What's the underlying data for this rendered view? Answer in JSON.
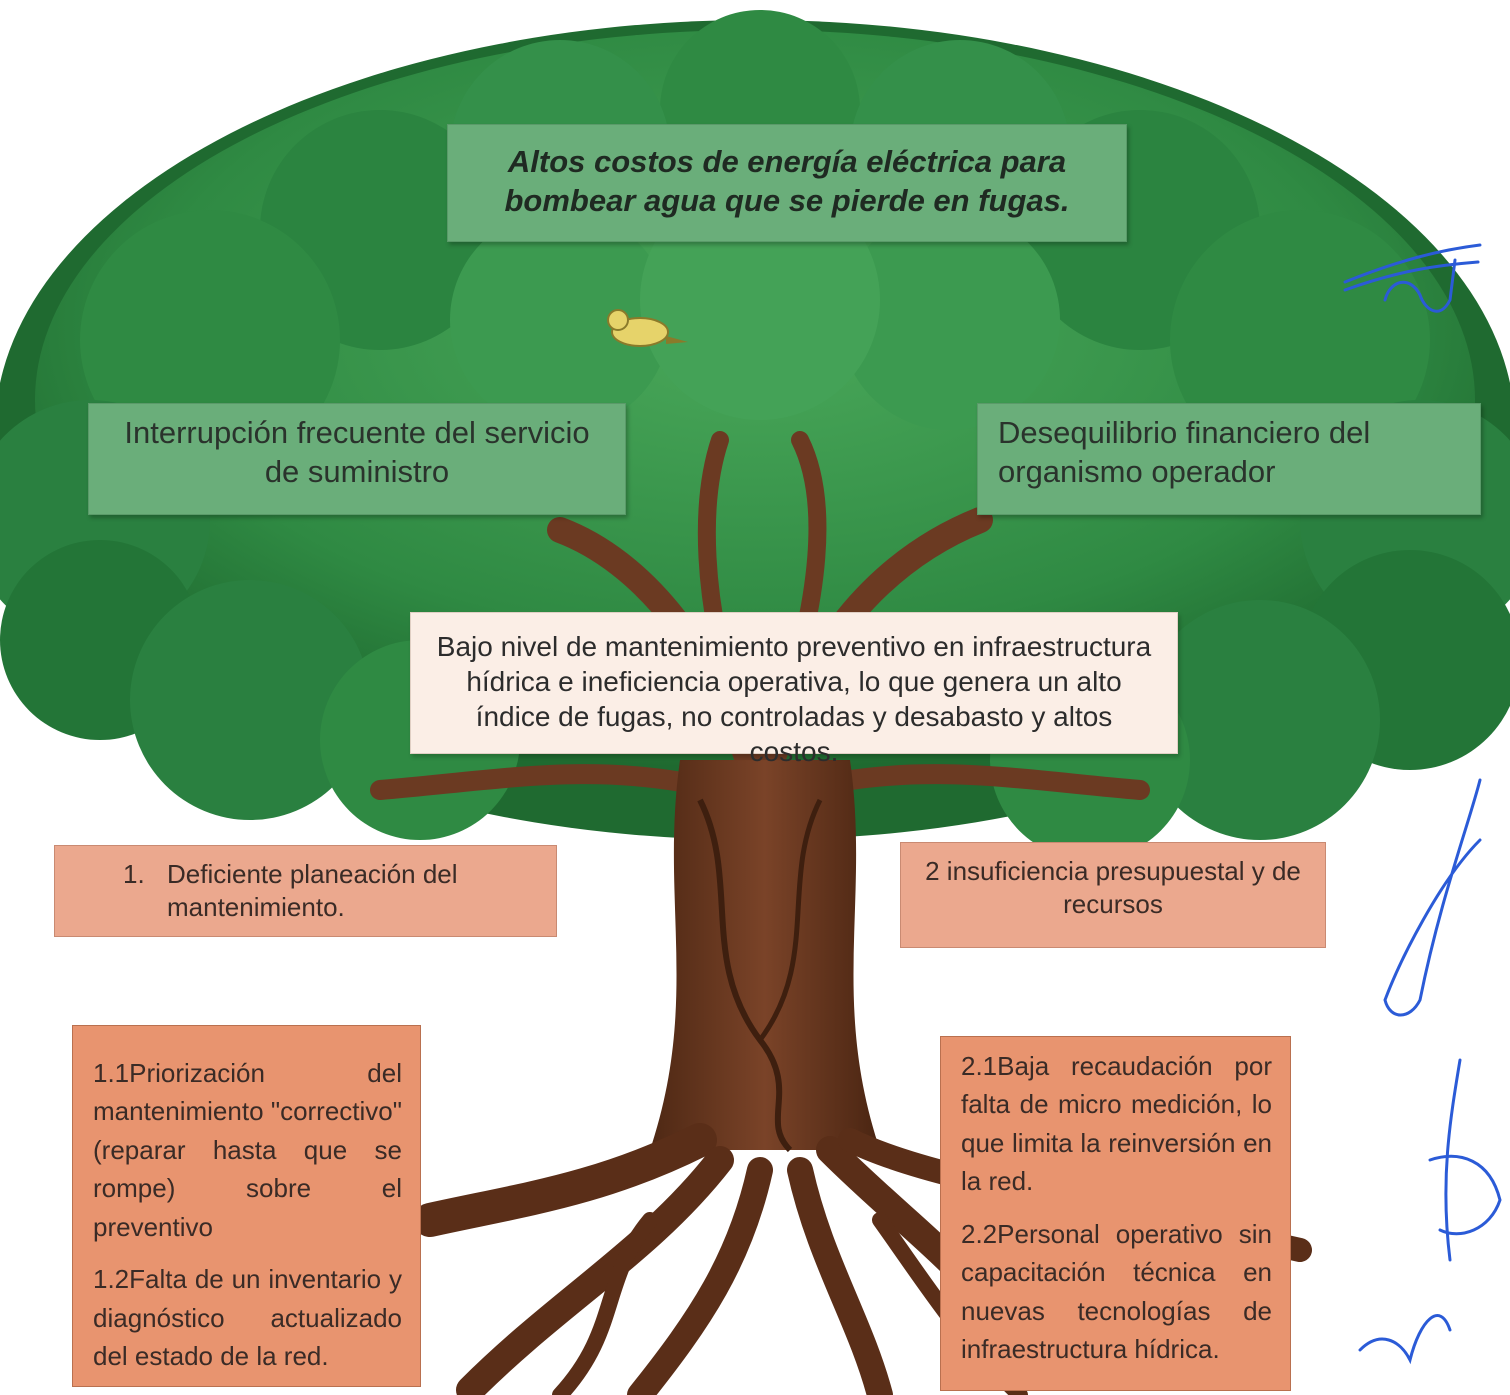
{
  "effects": {
    "main": "Altos costos de energía eléctrica para bombear agua que se pierde en fugas.",
    "left": "Interrupción frecuente del servicio de suministro",
    "right": "Desequilibrio financiero del organismo operador"
  },
  "problem": "Bajo nivel de mantenimiento preventivo en infraestructura hídrica e ineficiencia operativa, lo que genera un alto índice de fugas, no controladas y desabasto y altos costos.",
  "causes": {
    "cause_1": {
      "number": "1.",
      "text": "Deficiente planeación del mantenimiento."
    },
    "cause_2": "2 insuficiencia presupuestal y de recursos"
  },
  "subcauses_1": [
    "1.1Priorización del mantenimiento \"correctivo\" (reparar hasta que se rompe) sobre el preventivo",
    "1.2Falta de un inventario y diagnóstico actualizado del estado de la red."
  ],
  "subcauses_2": [
    "2.1Baja recaudación por falta de micro medición, lo que limita la reinversión en la red.",
    "2.2Personal operativo sin capacitación técnica en nuevas tecnologías de infraestructura hídrica."
  ],
  "colors": {
    "foliage": "#2f8a43",
    "foliage_dark": "#1f6a30",
    "trunk": "#6b3a22",
    "effect_box": "#6aae7a",
    "problem_box": "#fbeee6",
    "cause_box": "#eba88e",
    "subcause_box": "#e8946f",
    "signature_ink": "#2b5bd7"
  }
}
